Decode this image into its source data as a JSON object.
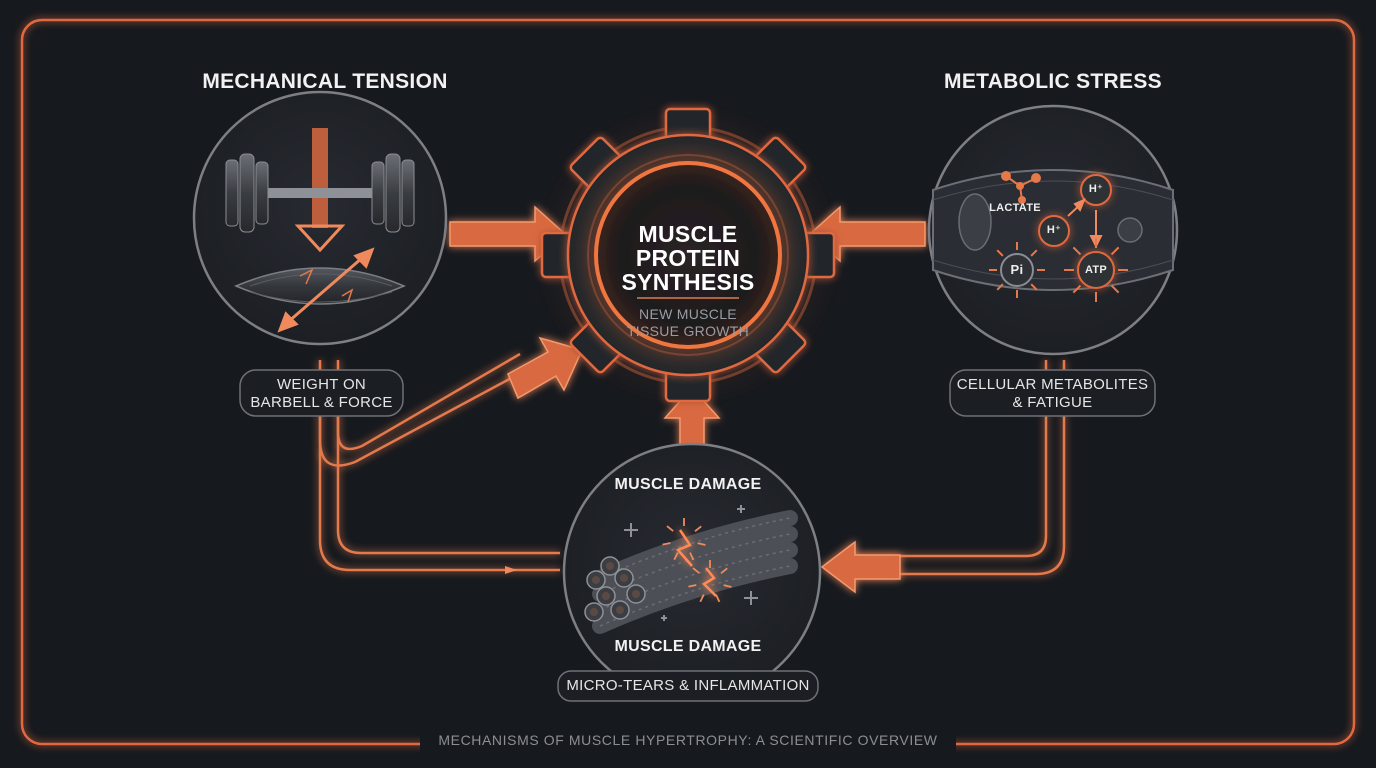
{
  "nodes": {
    "tension": {
      "title": "MECHANICAL TENSION",
      "caption_line1": "WEIGHT ON",
      "caption_line2": "BARBELL & FORCE",
      "icons": [
        "barbell-icon",
        "down-arrow-icon",
        "muscle-fiber-icon",
        "stretch-arrow-icon"
      ]
    },
    "metabolic": {
      "title": "METABOLIC STRESS",
      "caption_line1": "CELLULAR METABOLITES",
      "caption_line2": "& FATIGUE",
      "molecules": {
        "lactate": "LACTATE",
        "h_ion_1": "H⁺",
        "h_ion_2": "H⁺",
        "phosphate": "Pi",
        "atp": "ATP"
      }
    },
    "core": {
      "title_line1": "MUSCLE",
      "title_line2": "PROTEIN",
      "title_line3": "SYNTHESIS",
      "subtitle_line1": "NEW MUSCLE",
      "subtitle_line2": "TISSUE GROWTH",
      "icon": "gear-icon"
    },
    "damage": {
      "title_top": "MUSCLE DAMAGE",
      "title_bottom": "MUSCLE DAMAGE",
      "caption": "MICRO-TEARS & INFLAMMATION",
      "icons": [
        "muscle-fiber-bundle-icon",
        "lightning-crack-icon",
        "plus-icon"
      ]
    }
  },
  "footer": "MECHANISMS OF MUSCLE HYPERTROPHY: A SCIENTIFIC OVERVIEW",
  "colors": {
    "background": "#16191e",
    "accent": "#f08a5d",
    "accent_deep": "#e0693f",
    "glow": "#ff7a45",
    "circle_fill": "#1f2227",
    "ring": "#7d7f85",
    "text": "#f2f2f2",
    "muted": "#8c8e94"
  }
}
